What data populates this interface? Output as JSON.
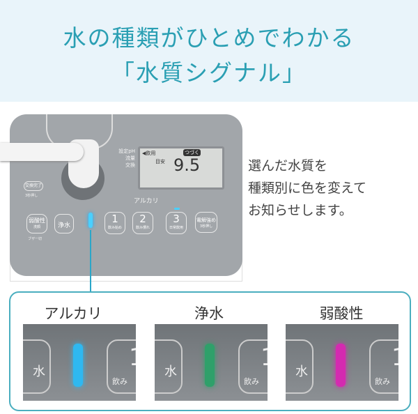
{
  "header": {
    "line1": "水の種類がひとめでわかる",
    "line2": "「水質シグナル」"
  },
  "device": {
    "side_labels": [
      "設定pH",
      "流量",
      "交換"
    ],
    "lcd": {
      "mode": "◀飲用",
      "badge": "つづく",
      "label": "目安",
      "value": "9.5"
    },
    "reset_button": {
      "label": "交換完了",
      "sub": "3秒押し"
    },
    "group_label": "アルカリ",
    "buttons": [
      {
        "label": "弱酸性",
        "sub": "洗顔",
        "sub2": "ブザー切"
      },
      {
        "label": "浄水"
      },
      {
        "label": "1",
        "sub": "飲み始め"
      },
      {
        "label": "2",
        "sub": "飲み慣れ"
      },
      {
        "label": "3",
        "sub": "日常飲用"
      },
      {
        "label": "電解強め",
        "sub": "3秒押し"
      }
    ]
  },
  "description": [
    "選んだ水質を",
    "種類別に色を変えて",
    "お知らせします。"
  ],
  "signals": [
    {
      "label": "アルカリ",
      "color": "#2fb8f0",
      "btn_left": "水",
      "btn_right": "1",
      "btn_right_sub": "飲み"
    },
    {
      "label": "浄水",
      "color": "#2fa06a",
      "btn_left": "水",
      "btn_right": "1",
      "btn_right_sub": "飲み"
    },
    {
      "label": "弱酸性",
      "color": "#d42ab0",
      "btn_left": "水",
      "btn_right": "1",
      "btn_right_sub": "飲み"
    }
  ]
}
